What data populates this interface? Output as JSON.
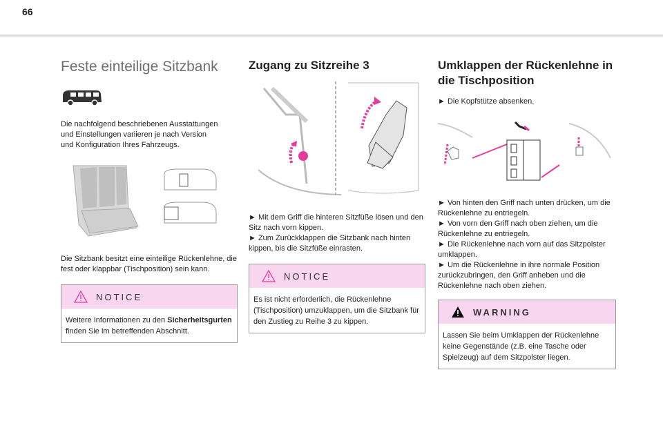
{
  "page_number": "66",
  "col1": {
    "title": "Feste einteilige Sitzbank",
    "intro": "Die nachfolgend beschriebenen Ausstattungen und Einstellungen variieren je nach Version und Konfiguration Ihres Fahrzeugs.",
    "body": "Die Sitzbank besitzt eine einteilige Rückenlehne, die fest oder klappbar (Tischposition) sein kann.",
    "notice": {
      "label": "NOTICE",
      "text_before": "Weitere Informationen zu den ",
      "text_bold": "Sicherheitsgurten",
      "text_after": " finden Sie im betreffenden Abschnitt."
    }
  },
  "col2": {
    "title": "Zugang zu Sitzreihe 3",
    "steps": [
      "► Mit dem Griff die hinteren Sitzfüße lösen und den Sitz nach vorn kippen.",
      "► Zum Zurückklappen die Sitzbank nach hinten kippen, bis die Sitzfüße einrasten."
    ],
    "notice": {
      "label": "NOTICE",
      "text": "Es ist nicht erforderlich, die Rückenlehne (Tischposition) umzuklappen, um die Sitzbank für den Zustieg zu Reihe 3 zu kippen."
    }
  },
  "col3": {
    "title_line1": "Umklappen der Rückenlehne in",
    "title_line2": "die Tischposition",
    "step_first": "► Die Kopfstütze absenken.",
    "steps": [
      "► Von hinten den Griff nach unten drücken, um die Rückenlehne zu entriegeln.",
      "► Von vorn den Griff nach oben ziehen, um die Rückenlehne zu entriegeln.",
      "► Die Rückenlehne nach vorn auf das Sitzpolster umklappen.",
      "► Um die Rückenlehne in ihre normale Position zurückzubringen, den Griff anheben und die Rückenlehne nach oben ziehen."
    ],
    "warning": {
      "label": "WARNING",
      "text": "Lassen Sie beim Umklappen der Rückenlehne keine Gegenstände (z.B. eine Tasche oder Spielzeug) auf dem Sitzpolster liegen."
    }
  },
  "colors": {
    "notice_bg": "#f9d6ef",
    "accent": "#e43c9c",
    "heading_grey": "#6e6e6e"
  },
  "icons": [
    "van-icon",
    "warning-triangle-icon",
    "warning-filled-icon"
  ]
}
